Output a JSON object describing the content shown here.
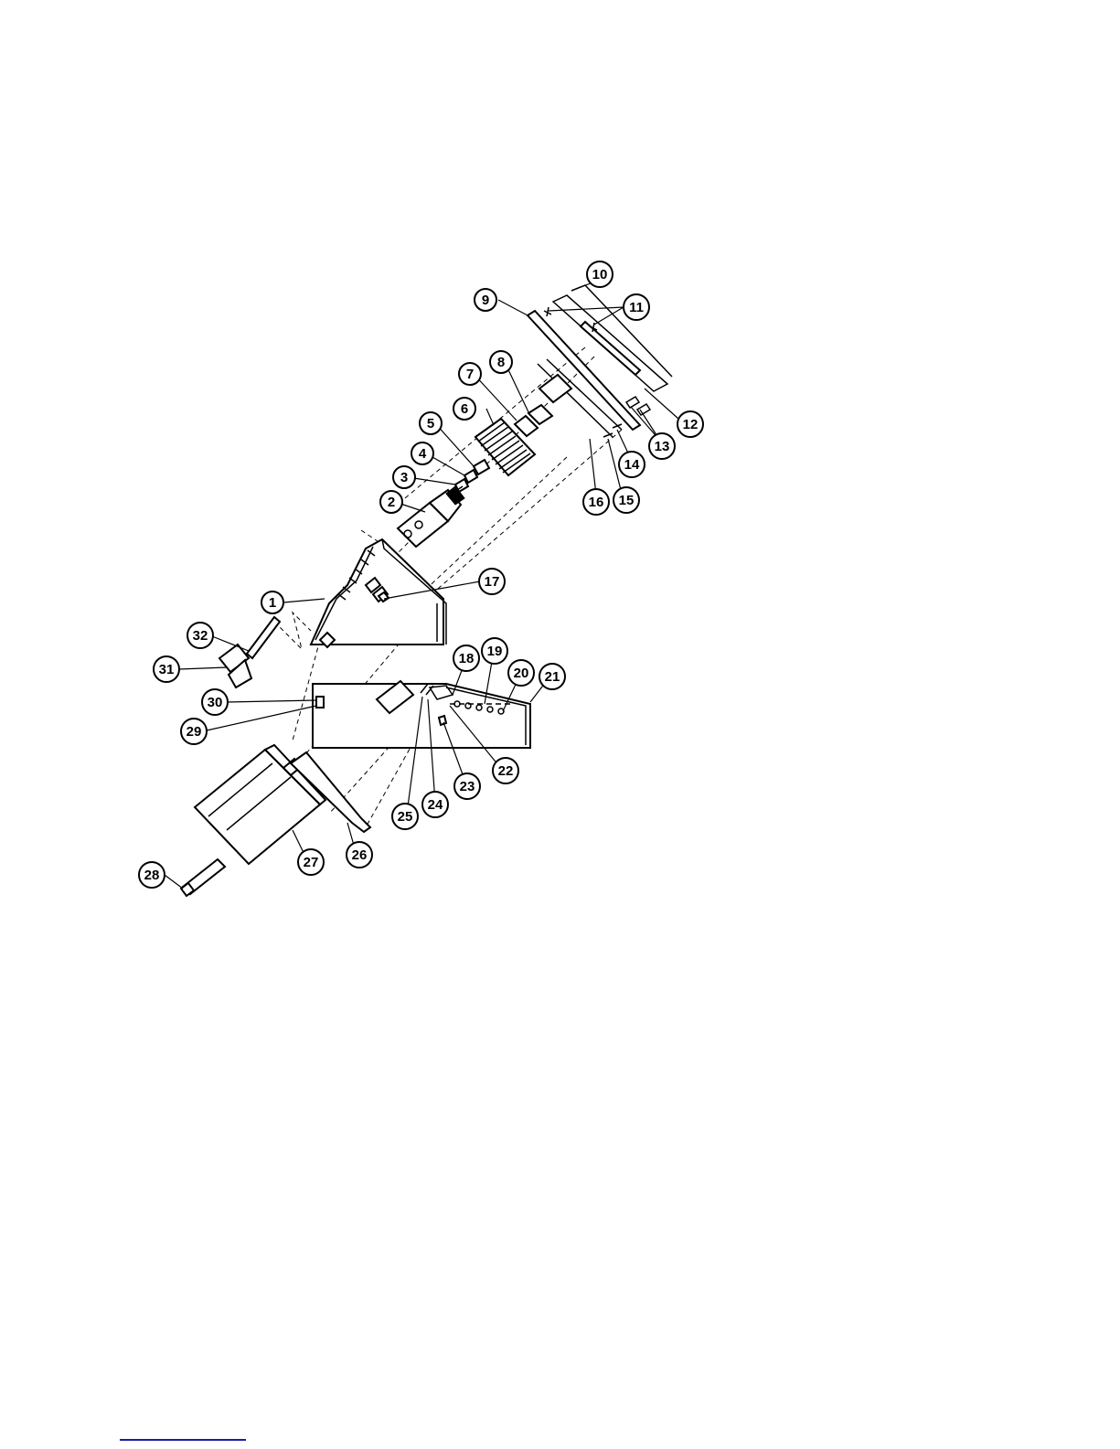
{
  "diagram": {
    "callouts": [
      "1",
      "2",
      "3",
      "4",
      "5",
      "6",
      "7",
      "8",
      "9",
      "10",
      "11",
      "12",
      "13",
      "14",
      "15",
      "16",
      "17",
      "18",
      "19",
      "20",
      "21",
      "22",
      "23",
      "24",
      "25",
      "26",
      "27",
      "28",
      "29",
      "30",
      "31",
      "32"
    ]
  },
  "colors": {
    "ink": "#000000",
    "paper": "#ffffff",
    "link_underline": "#1a1aa8"
  }
}
